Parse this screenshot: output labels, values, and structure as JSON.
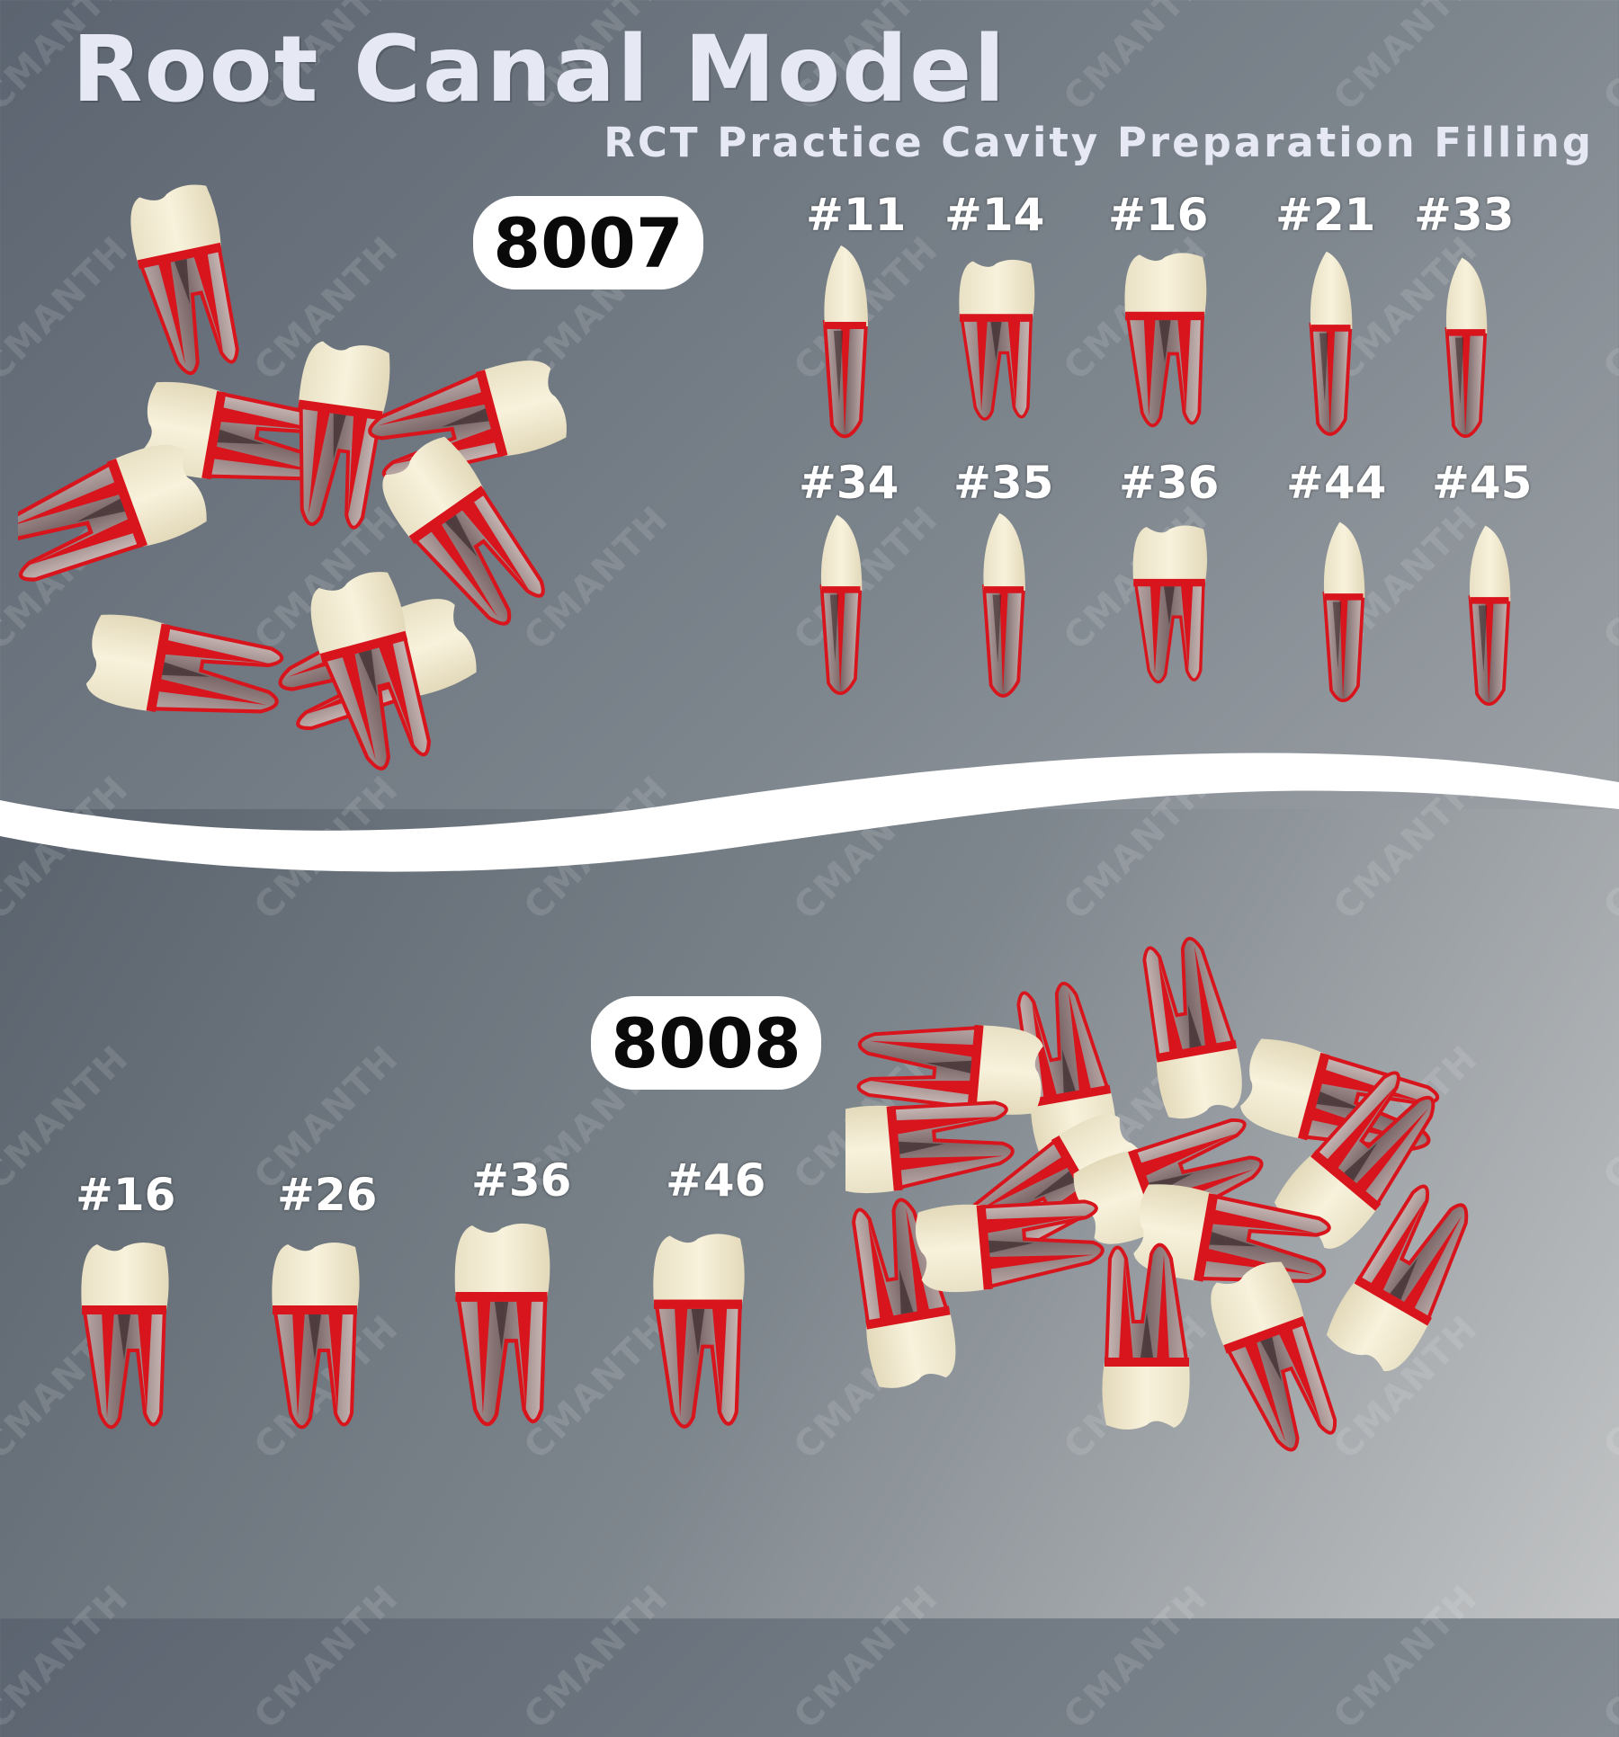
{
  "header": {
    "title": "Root Canal Model",
    "subtitle": "RCT Practice Cavity Preparation Filling"
  },
  "watermark": "CMANTH",
  "colors": {
    "crown": "#f1ead2",
    "root_red": "#d8141c",
    "root_clear": "#c7b7b5",
    "canal_dark": "#3a2a2c",
    "title_text": "#e6e8f4"
  },
  "model_8007": {
    "code": "8007",
    "teeth": [
      "#11",
      "#14",
      "#16",
      "#21",
      "#33",
      "#34",
      "#35",
      "#36",
      "#44",
      "#45"
    ]
  },
  "model_8008": {
    "code": "8008",
    "teeth": [
      "#16",
      "#26",
      "#36",
      "#46"
    ]
  }
}
